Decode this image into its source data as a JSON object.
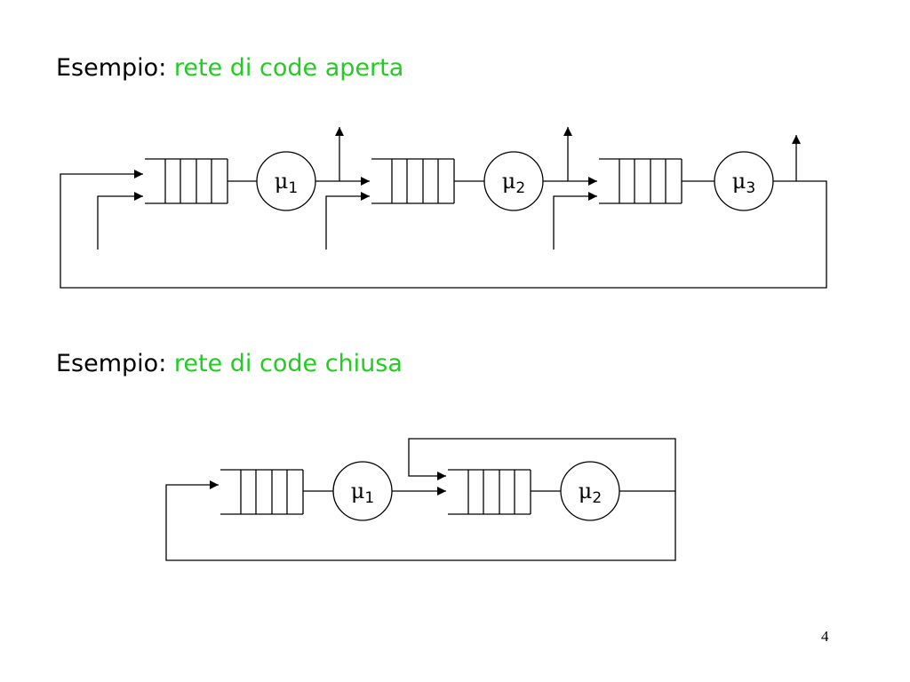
{
  "open_network": {
    "heading_prefix": "Esempio:",
    "heading_highlight": "rete di code aperta",
    "servers": [
      {
        "symbol": "μ",
        "index": "1"
      },
      {
        "symbol": "μ",
        "index": "2"
      },
      {
        "symbol": "μ",
        "index": "3"
      }
    ]
  },
  "closed_network": {
    "heading_prefix": "Esempio:",
    "heading_highlight": "rete di code chiusa",
    "servers": [
      {
        "symbol": "μ",
        "index": "1"
      },
      {
        "symbol": "μ",
        "index": "2"
      }
    ]
  },
  "page_number": "4",
  "colors": {
    "highlight": "#22cc22",
    "line": "#000000"
  }
}
